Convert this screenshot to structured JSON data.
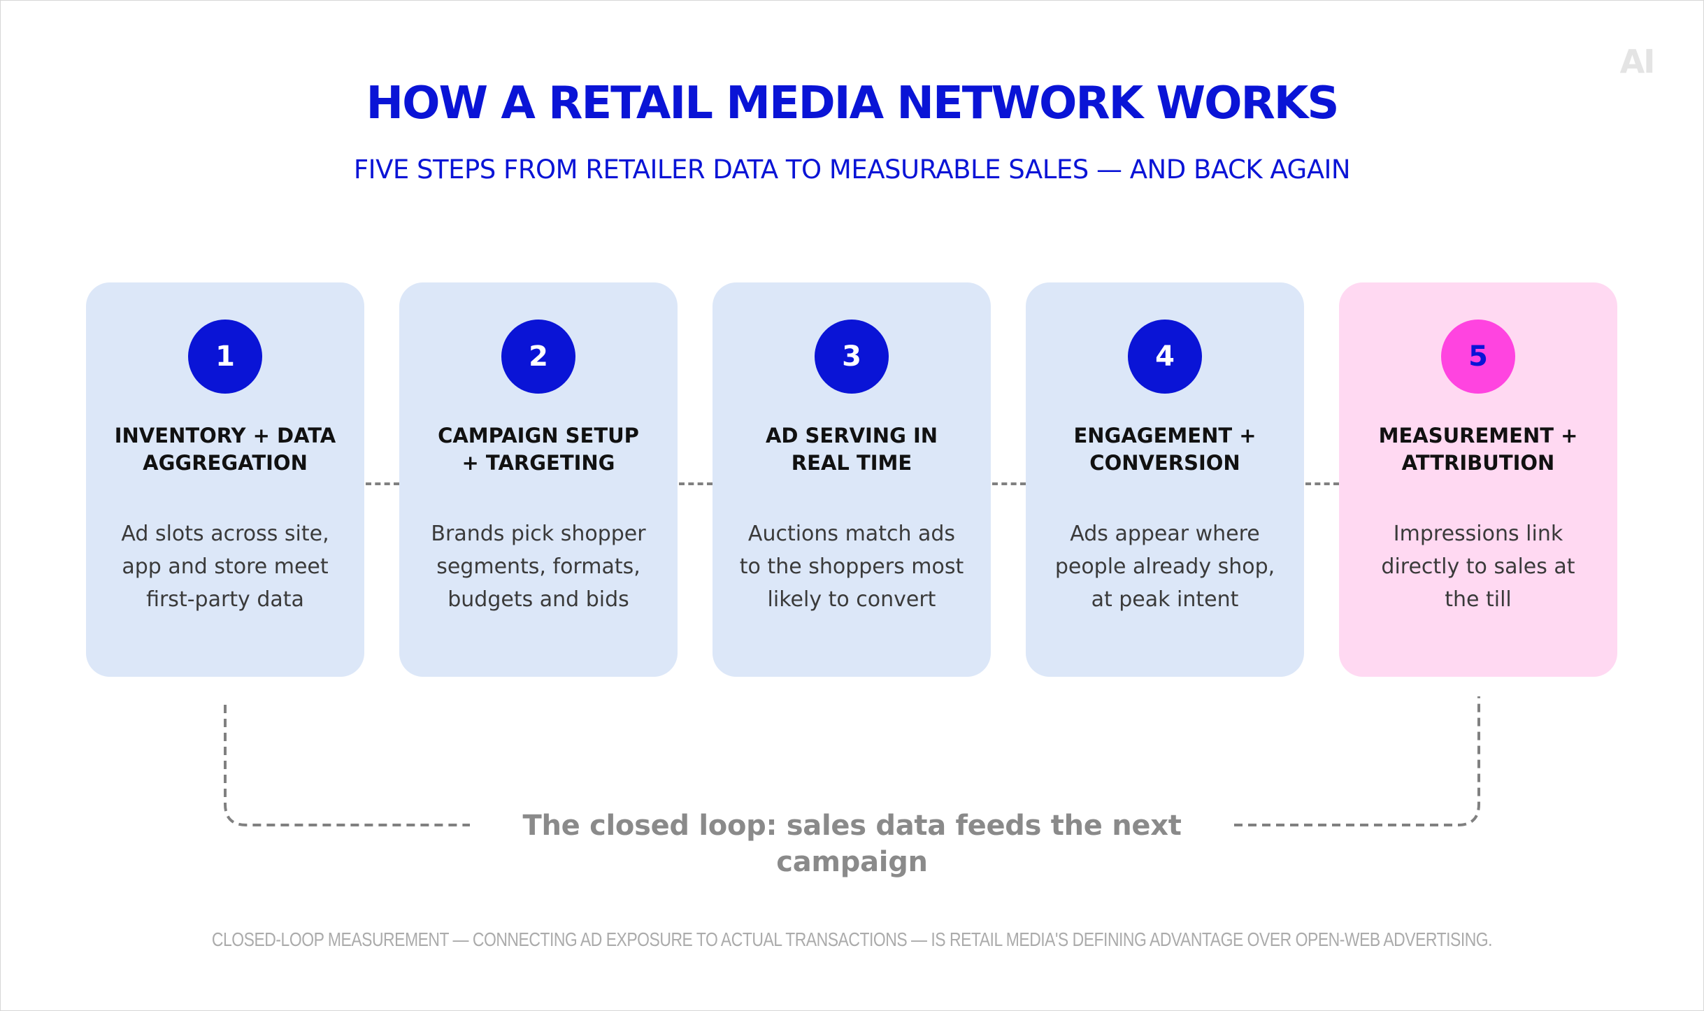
{
  "logo": "AI",
  "title": "HOW A RETAIL MEDIA NETWORK WORKS",
  "subtitle": "FIVE STEPS FROM RETAILER DATA TO MEASURABLE SALES — AND BACK AGAIN",
  "steps": [
    {
      "number": "1",
      "title_line1": "INVENTORY + DATA",
      "title_line2": "AGGREGATION",
      "desc_line1": "Ad slots across site,",
      "desc_line2": "app and store meet",
      "desc_line3": "first-party data"
    },
    {
      "number": "2",
      "title_line1": "CAMPAIGN SETUP",
      "title_line2": "+ TARGETING",
      "desc_line1": "Brands pick shopper",
      "desc_line2": "segments, formats,",
      "desc_line3": "budgets and bids"
    },
    {
      "number": "3",
      "title_line1": "AD SERVING IN",
      "title_line2": "REAL TIME",
      "desc_line1": "Auctions match ads",
      "desc_line2": "to the shoppers most",
      "desc_line3": "likely to convert"
    },
    {
      "number": "4",
      "title_line1": "ENGAGEMENT +",
      "title_line2": "CONVERSION",
      "desc_line1": "Ads appear where",
      "desc_line2": "people already shop,",
      "desc_line3": "at peak intent"
    },
    {
      "number": "5",
      "title_line1": "MEASUREMENT +",
      "title_line2": "ATTRIBUTION",
      "desc_line1": "Impressions link",
      "desc_line2": "directly to sales at",
      "desc_line3": "the till"
    }
  ],
  "loop_label": "The closed loop: sales data feeds the next campaign",
  "footnote": "CLOSED-LOOP MEASUREMENT — CONNECTING AD EXPOSURE TO ACTUAL TRANSACTIONS — IS RETAIL MEDIA'S DEFINING ADVANTAGE OVER OPEN-WEB ADVERTISING.",
  "colors": {
    "brand_blue": "#0a14d6",
    "card_blue": "#dce7f8",
    "card_pink": "#ffd9f2",
    "badge_pink": "#ff44e0",
    "connector_gray": "#808080"
  }
}
